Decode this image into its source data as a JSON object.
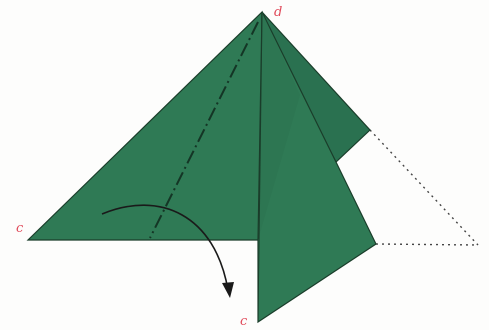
{
  "diagram": {
    "labels": {
      "top_point": "d",
      "left_point": "c",
      "bottom_point": "c"
    },
    "colors": {
      "paper_green": "#2f7a55",
      "paper_green_dark": "#1f5a3c",
      "paper_green_light": "#3b8a63",
      "edge_line": "#1a3d2a",
      "label_red": "#e04a5a",
      "dotted_line": "#444444",
      "arrow": "#1a1a1a",
      "fold_line": "#143525"
    }
  }
}
